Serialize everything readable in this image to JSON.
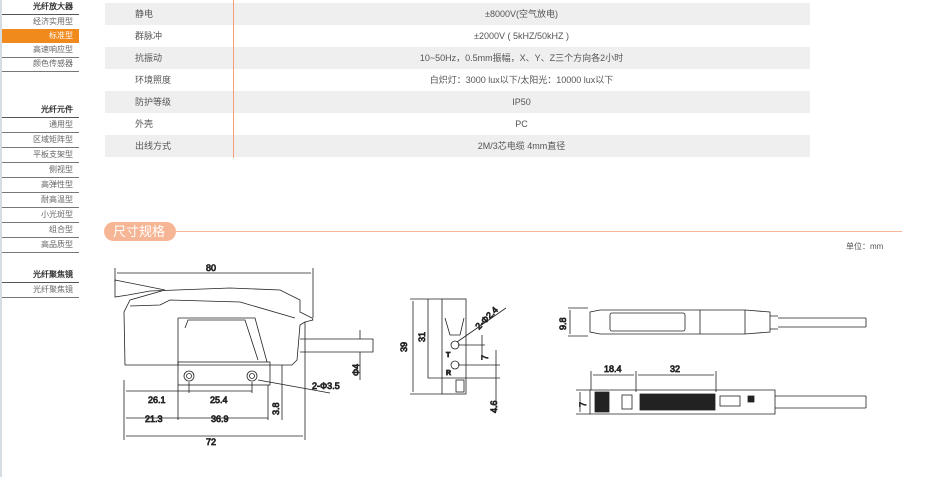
{
  "sidebar": {
    "groups": [
      {
        "title": "光纤放大器",
        "items": [
          "经济实用型",
          "标准型",
          "高速响应型",
          "颜色传感器"
        ],
        "active": "标准型"
      },
      {
        "title": "光纤元件",
        "items": [
          "通用型",
          "区域矩阵型",
          "平板支架型",
          "侧视型",
          "高弹性型",
          "耐高温型",
          "小光斑型",
          "组合型",
          "高品质型"
        ]
      },
      {
        "title": "光纤聚焦镜",
        "items": [
          "光纤聚焦镜"
        ]
      }
    ]
  },
  "specs": [
    {
      "k": "静电",
      "v": "±8000V(空气放电)"
    },
    {
      "k": "群脉冲",
      "v": "±2000V ( 5kHZ/50kHZ )"
    },
    {
      "k": "抗振动",
      "v": "10~50Hz，0.5mm振幅，X、Y、Z三个方向各2小时"
    },
    {
      "k": "环境照度",
      "v": "白炽灯：3000 lux以下/太阳光：10000 lux以下"
    },
    {
      "k": "防护等级",
      "v": "IP50"
    },
    {
      "k": "外壳",
      "v": "PC"
    },
    {
      "k": "出线方式",
      "v": "2M/3芯电缆 4mm直径"
    }
  ],
  "section": {
    "title": "尺寸规格",
    "unit": "单位：mm"
  },
  "dims": {
    "d80": "80",
    "d72": "72",
    "d26_1": "26.1",
    "d25_4": "25.4",
    "d21_3": "21.3",
    "d36_9": "36.9",
    "d3_8": "3.8",
    "hole": "2-Φ3.5",
    "phi4": "Φ4",
    "d39": "39",
    "d31": "31",
    "hole2": "2-Φ2.4",
    "d7a": "7",
    "d4_6": "4.6",
    "T": "T",
    "R": "R",
    "d9_8": "9.8",
    "d18_4": "18.4",
    "d32": "32",
    "d7b": "7"
  },
  "colors": {
    "accent": "#f08a1c",
    "section": "#f6b594"
  }
}
